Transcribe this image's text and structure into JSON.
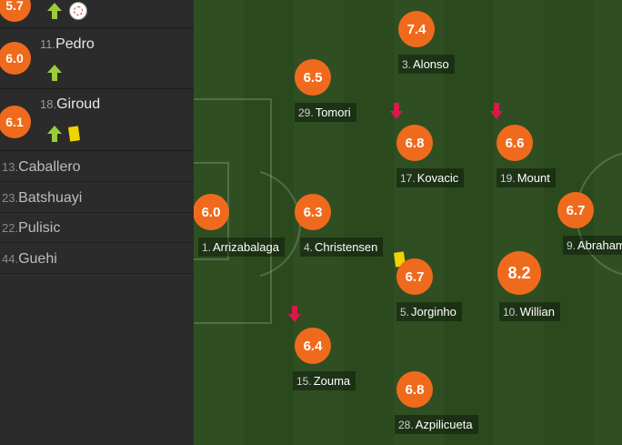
{
  "substitutes": [
    {
      "rating": "5.7",
      "number": "",
      "name": ""
    },
    {
      "rating": "6.0",
      "number": "11.",
      "name": "Pedro"
    },
    {
      "rating": "6.1",
      "number": "18.",
      "name": "Giroud"
    }
  ],
  "bench": [
    {
      "number": "13.",
      "name": "Caballero"
    },
    {
      "number": "23.",
      "name": "Batshuayi"
    },
    {
      "number": "22.",
      "name": "Pulisic"
    },
    {
      "number": "44.",
      "name": "Guehi"
    }
  ],
  "players": [
    {
      "number": "3.",
      "name": "Alonso",
      "rating": "7.4"
    },
    {
      "number": "29.",
      "name": "Tomori",
      "rating": "6.5"
    },
    {
      "number": "17.",
      "name": "Kovacic",
      "rating": "6.8"
    },
    {
      "number": "19.",
      "name": "Mount",
      "rating": "6.6"
    },
    {
      "number": "1.",
      "name": "Arrizabalaga",
      "rating": "6.0"
    },
    {
      "number": "4.",
      "name": "Christensen",
      "rating": "6.3"
    },
    {
      "number": "9.",
      "name": "Abraham",
      "rating": "6.7"
    },
    {
      "number": "5.",
      "name": "Jorginho",
      "rating": "6.7"
    },
    {
      "number": "10.",
      "name": "Willian",
      "rating": "8.2"
    },
    {
      "number": "15.",
      "name": "Zouma",
      "rating": "6.4"
    },
    {
      "number": "28.",
      "name": "Azpilicueta",
      "rating": "6.8"
    }
  ],
  "colors": {
    "rating_badge": "#f06a1d",
    "sub_on_arrow": "#9ccc3c",
    "sub_off_arrow": "#d9184b",
    "yellow_card": "#f2d200"
  }
}
